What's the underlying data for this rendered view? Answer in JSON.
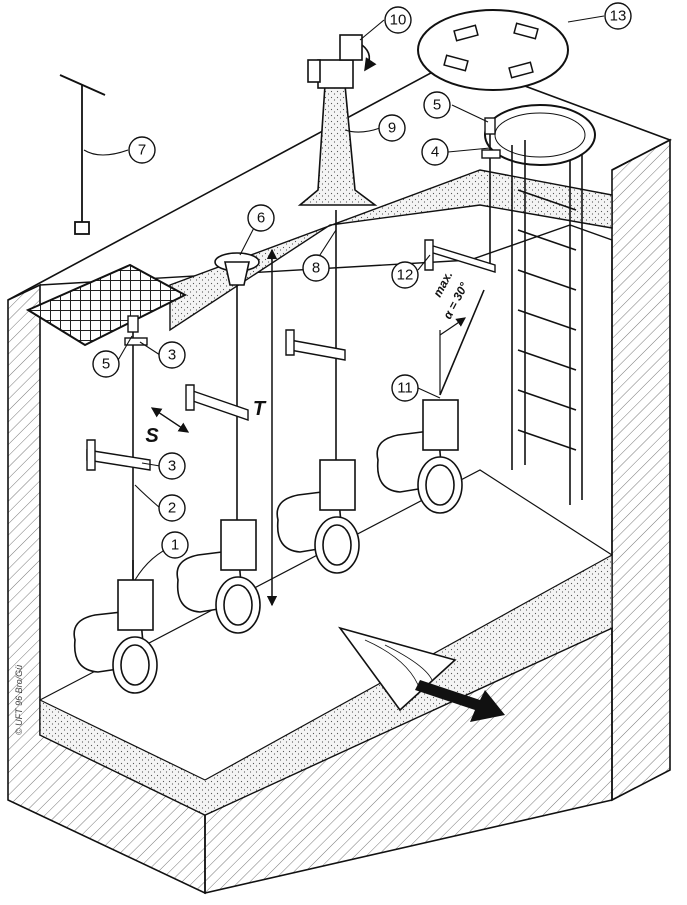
{
  "callouts": [
    {
      "id": "c1",
      "label": "1"
    },
    {
      "id": "c2",
      "label": "2"
    },
    {
      "id": "c3a",
      "label": "3"
    },
    {
      "id": "c3b",
      "label": "3"
    },
    {
      "id": "c4",
      "label": "4"
    },
    {
      "id": "c5a",
      "label": "5"
    },
    {
      "id": "c5b",
      "label": "5"
    },
    {
      "id": "c6",
      "label": "6"
    },
    {
      "id": "c7",
      "label": "7"
    },
    {
      "id": "c8",
      "label": "8"
    },
    {
      "id": "c9",
      "label": "9"
    },
    {
      "id": "c10",
      "label": "10"
    },
    {
      "id": "c11",
      "label": "11"
    },
    {
      "id": "c12",
      "label": "12"
    },
    {
      "id": "c13",
      "label": "13"
    }
  ],
  "dimensions": {
    "spacing": "S",
    "depth": "T",
    "angle_line1": "max.",
    "angle_line2": "α = 30°"
  },
  "copyright": "© UFT 96 Bro/Gü"
}
